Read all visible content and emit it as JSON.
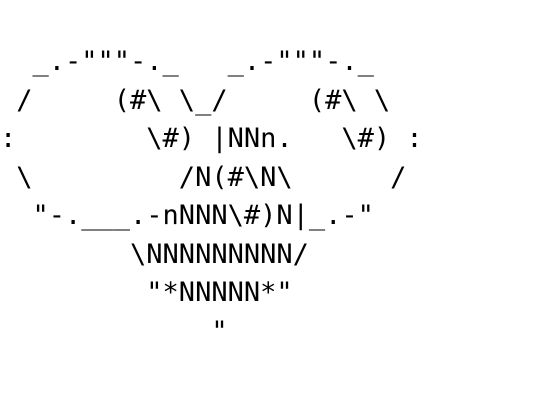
{
  "art": {
    "lines": [
      "  _.-\"\"\"-._   _.-\"\"\"-._",
      " /     (#\\ \\_/     (#\\ \\",
      ":        \\#) |NNn.   \\#) :",
      " \\         /N(#\\N\\      /",
      "  \"-.___.-nNNN\\#)N|_.-\"",
      "        \\NNNNNNNNN/",
      "         \"*NNNNN*\"",
      "             \""
    ]
  },
  "colors": {
    "foreground": "#000000",
    "background": "#ffffff"
  }
}
